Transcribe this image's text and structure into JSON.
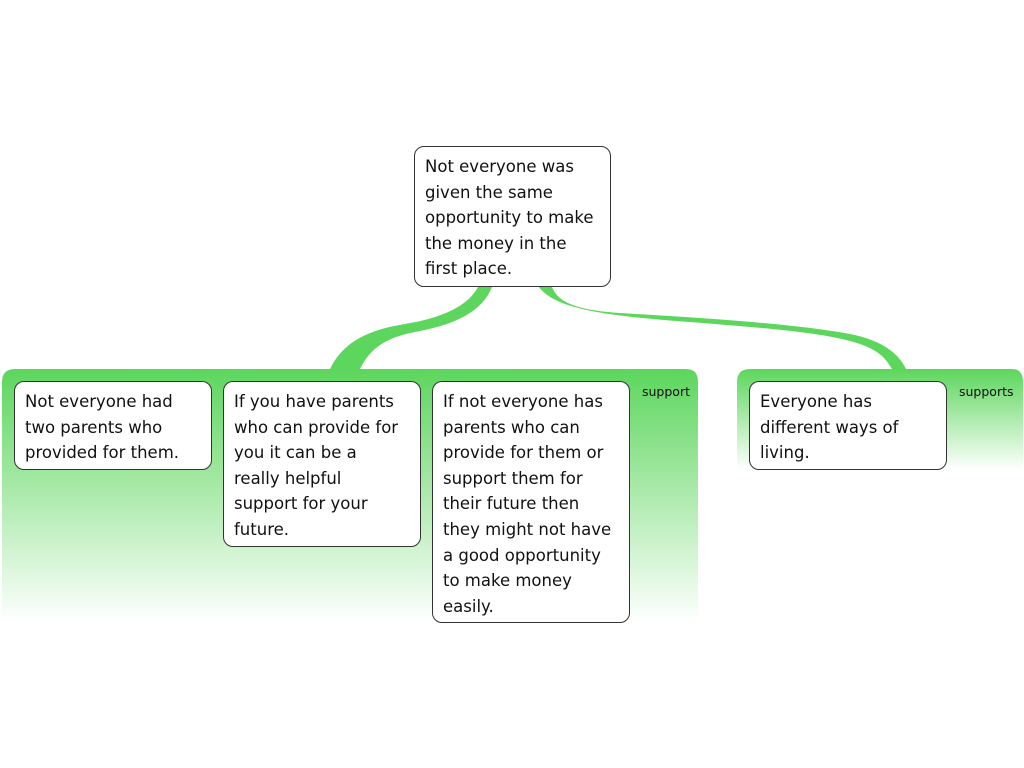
{
  "colors": {
    "accent": "#5cd65c",
    "node_border": "#333333",
    "node_fill": "#ffffff",
    "text": "#111111"
  },
  "root": {
    "text": "Not everyone was\ngiven the same\nopportunity to make\nthe money in the\nfirst place."
  },
  "groups": [
    {
      "label": "support",
      "items": [
        "Not everyone had\ntwo parents who\nprovided for them.",
        "If you have parents\nwho can provide for\nyou it can be a\nreally helpful\nsupport for your\nfuture.",
        "If not everyone has\nparents who can\nprovide  for them or\nsupport them for\ntheir future then\nthey might not have\na good opportunity\nto make money\neasily."
      ]
    },
    {
      "label": "supports",
      "items": [
        "Everyone has\ndifferent ways of\nliving."
      ]
    }
  ]
}
